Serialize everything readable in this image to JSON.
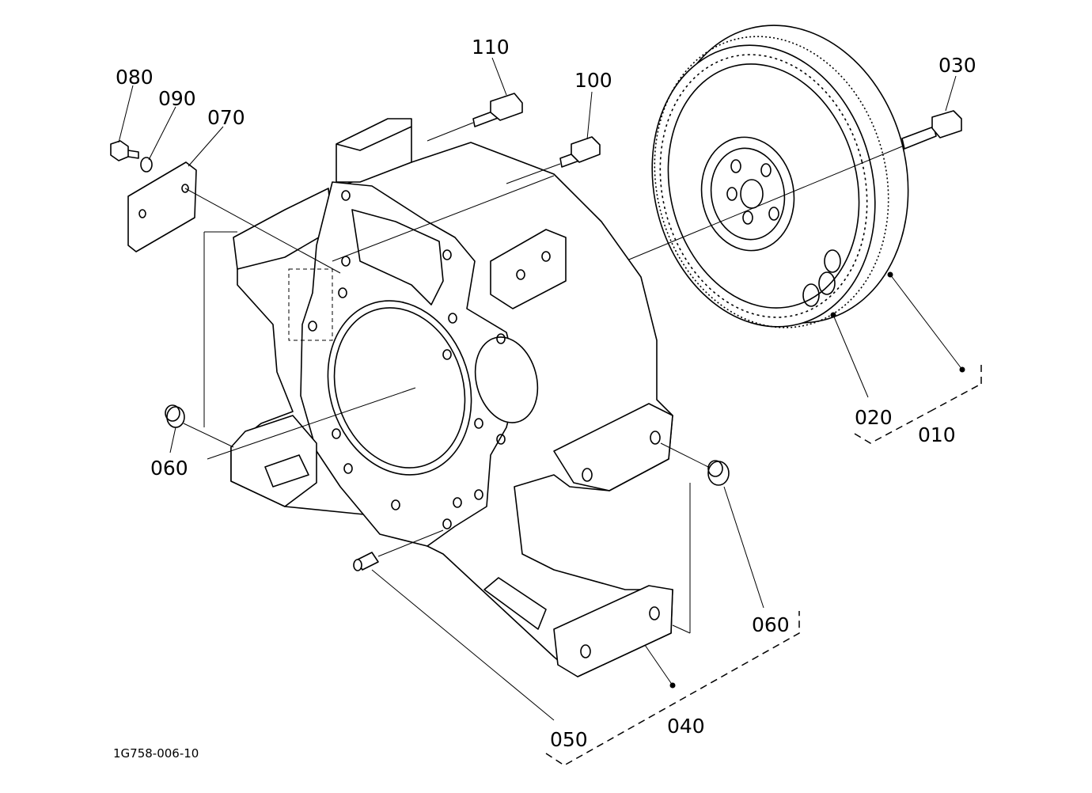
{
  "diagram": {
    "drawing_code": "1G758-006-10",
    "callouts": {
      "c010": "010",
      "c020": "020",
      "c030": "030",
      "c040": "040",
      "c050": "050",
      "c060_left": "060",
      "c060_right": "060",
      "c070": "070",
      "c080": "080",
      "c090": "090",
      "c100": "100",
      "c110": "110"
    }
  }
}
